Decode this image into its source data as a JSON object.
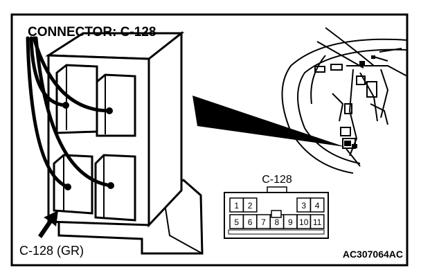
{
  "header_label": "CONNECTOR: C-128",
  "callout_label": "C-128 (GR)",
  "pinout": {
    "title": "C-128",
    "top_row": [
      "1",
      "2",
      "",
      "",
      "",
      "3",
      "4"
    ],
    "bottom_row": [
      "5",
      "6",
      "7",
      "8",
      "9",
      "10",
      "11"
    ]
  },
  "figure_code": "AC307064AC"
}
